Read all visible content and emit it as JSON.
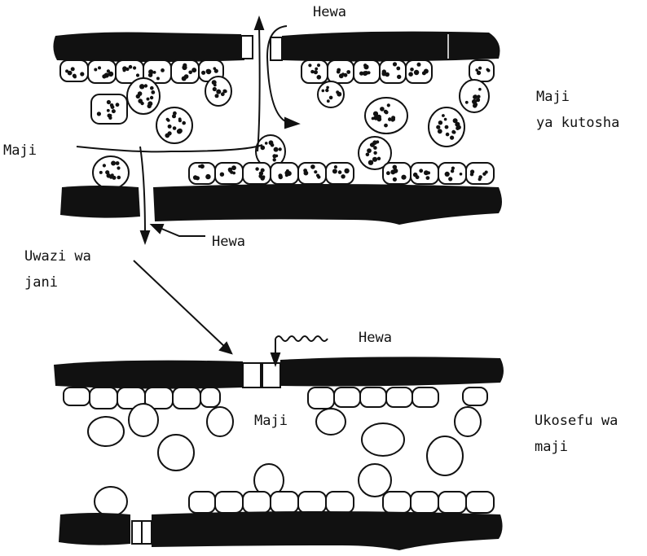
{
  "diagram": {
    "top": {
      "label_air_top": "Hewa",
      "label_water_left": "Maji",
      "label_air_bottom": "Hewa",
      "condition": [
        "Maji",
        "ya kutosha"
      ]
    },
    "middle": {
      "stoma_label": [
        "Uwazi wa",
        "jani"
      ]
    },
    "bottom": {
      "label_air": "Hewa",
      "label_water": "Maji",
      "condition": [
        "Ukosefu wa",
        "maji"
      ]
    }
  },
  "colors": {
    "ink": "#111111",
    "paper": "#ffffff"
  }
}
